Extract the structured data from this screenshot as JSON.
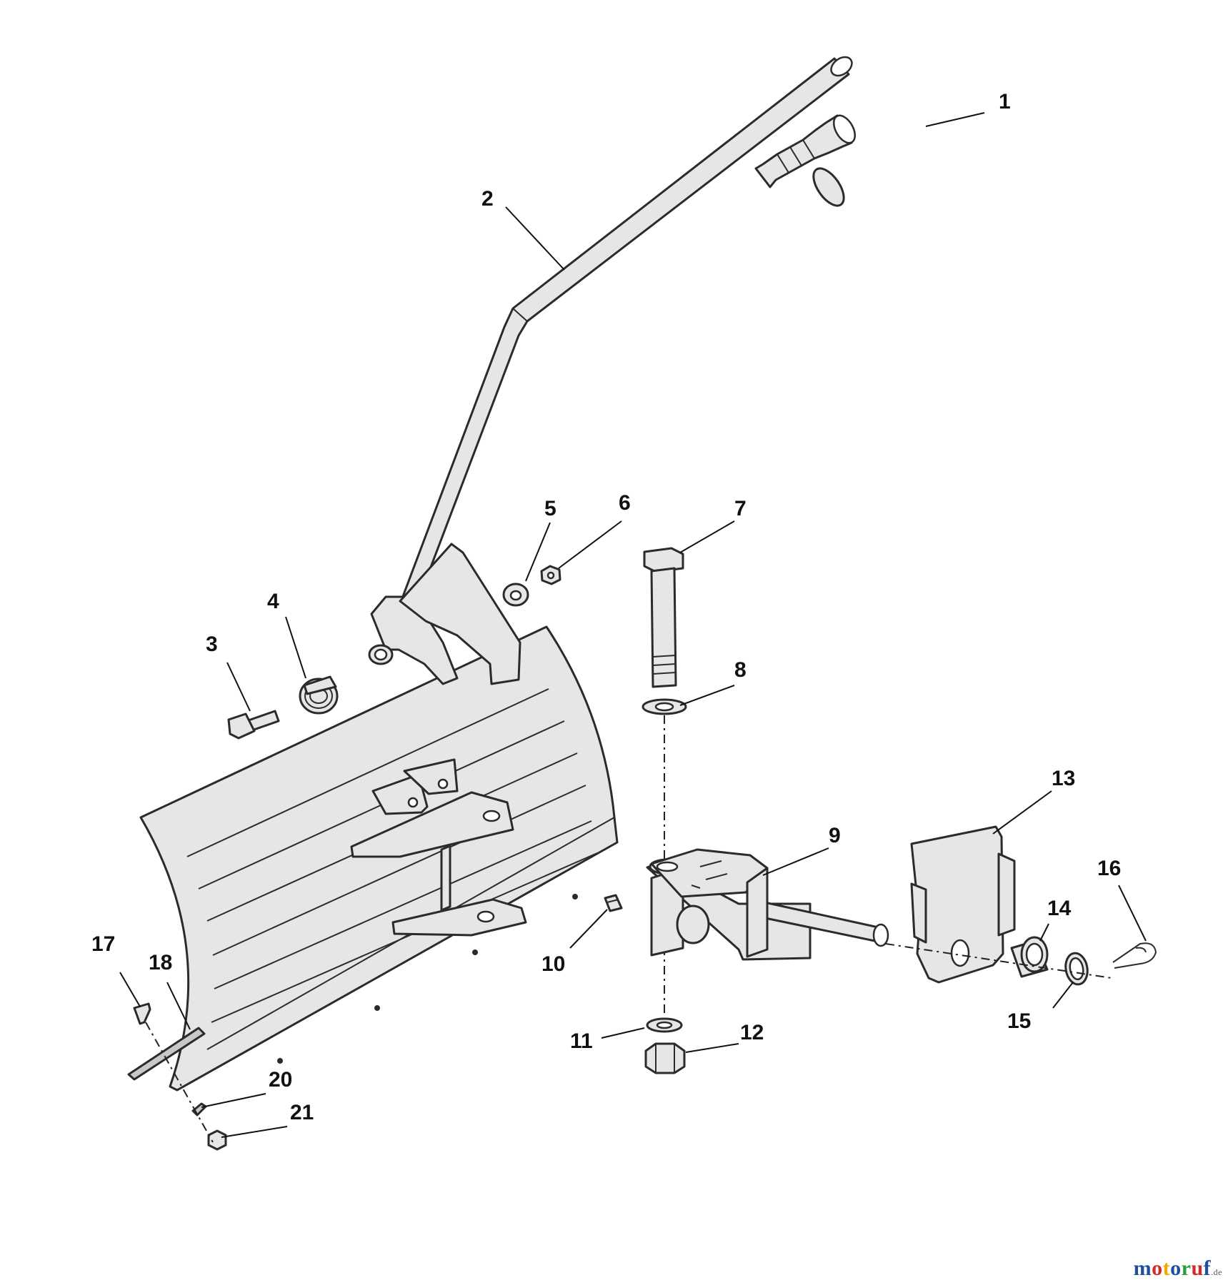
{
  "callouts": {
    "c1": "1",
    "c2": "2",
    "c3": "3",
    "c4": "4",
    "c5": "5",
    "c6": "6",
    "c7": "7",
    "c8": "8",
    "c9": "9",
    "c10": "10",
    "c11": "11",
    "c12": "12",
    "c13": "13",
    "c14": "14",
    "c15": "15",
    "c16": "16",
    "c17": "17",
    "c18": "18",
    "c20": "20",
    "c21": "21"
  },
  "watermark": {
    "letters": [
      "m",
      "o",
      "t",
      "o",
      "r",
      "u",
      "f"
    ],
    "letter_colors": [
      "#1f4e9c",
      "#d62828",
      "#f2a900",
      "#1f4e9c",
      "#2a9d3a",
      "#d62828",
      "#1f4e9c"
    ],
    "suffix": ".de"
  }
}
